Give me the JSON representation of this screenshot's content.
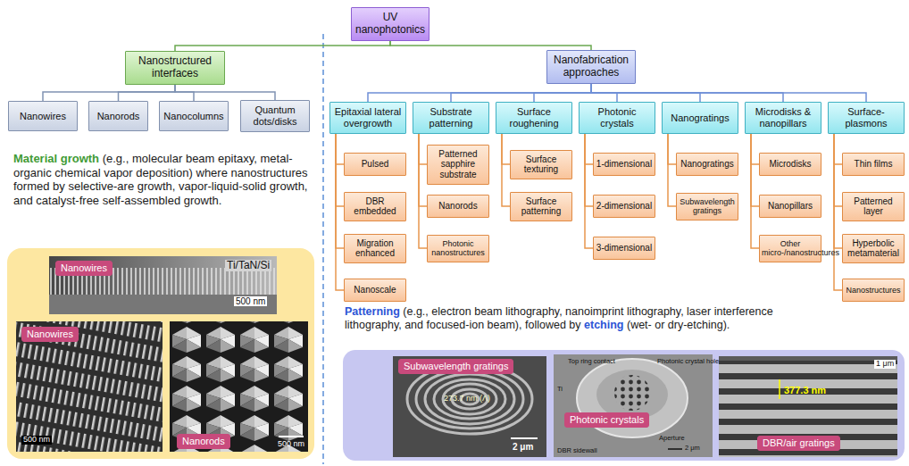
{
  "diagram": {
    "nodes": [
      {
        "text": [
          "UV nanophotonics"
        ]
      },
      {
        "text": [
          "Nanostructured interfaces"
        ]
      },
      {
        "text": [
          "Nanowires"
        ]
      },
      {
        "text": [
          "Nanorods"
        ]
      },
      {
        "text": [
          "Nanocolumns"
        ]
      },
      {
        "text": [
          "Quantum dots/disks"
        ]
      },
      {
        "text": [
          "Nanofabrication approaches"
        ]
      },
      {
        "text": [
          "Epitaxial lateral overgrowth"
        ]
      },
      {
        "text": [
          "Pulsed"
        ]
      },
      {
        "text": [
          "DBR embedded"
        ]
      },
      {
        "text": [
          "Migration enhanced"
        ]
      },
      {
        "text": [
          "Nanoscale"
        ]
      },
      {
        "text": [
          "Substrate patterning"
        ]
      },
      {
        "text": [
          "Patterned sapphire substrate"
        ]
      },
      {
        "text": [
          "Nanorods"
        ]
      },
      {
        "text": [
          "Photonic nanostructures"
        ]
      },
      {
        "text": [
          "Surface roughening"
        ]
      },
      {
        "text": [
          "Surface texturing"
        ]
      },
      {
        "text": [
          "Surface patterning"
        ]
      },
      {
        "text": [
          "Photonic crystals"
        ]
      },
      {
        "text": [
          "1-dimensional"
        ]
      },
      {
        "text": [
          "2-dimensional"
        ]
      },
      {
        "text": [
          "3-dimensional"
        ]
      },
      {
        "text": [
          "Nanogratings"
        ]
      },
      {
        "text": [
          "Nanogratings"
        ]
      },
      {
        "text": [
          "Subwavelength gratings"
        ]
      },
      {
        "text": [
          "Microdisks & nanopillars"
        ]
      },
      {
        "text": [
          "Microdisks"
        ]
      },
      {
        "text": [
          "Nanopillars"
        ]
      },
      {
        "text": [
          "Other micro-/nanostructures"
        ]
      },
      {
        "text": [
          "Surface-plasmons"
        ]
      },
      {
        "text": [
          "Thin films"
        ]
      },
      {
        "text": [
          "Patterned layer"
        ]
      },
      {
        "text": [
          "Hyperbolic metamaterial"
        ]
      },
      {
        "text": [
          "Nanostructures"
        ]
      },
      {
        "text": [
          "Nanowires"
        ]
      },
      {
        "text": [
          "Nanowires"
        ]
      },
      {
        "text": [
          "Nanorods"
        ]
      },
      {
        "text": [
          "Subwavelength gratings"
        ]
      },
      {
        "text": [
          "Photonic crystals"
        ]
      },
      {
        "text": [
          "DBR/air gratings"
        ]
      }
    ],
    "edges": [
      {
        "from": 0,
        "to": 1,
        "arrow": "none"
      },
      {
        "from": 0,
        "to": 6,
        "arrow": "none"
      },
      {
        "from": 1,
        "to": 2,
        "arrow": "none"
      },
      {
        "from": 1,
        "to": 3,
        "arrow": "none"
      },
      {
        "from": 1,
        "to": 4,
        "arrow": "none"
      },
      {
        "from": 1,
        "to": 5,
        "arrow": "none"
      },
      {
        "from": 6,
        "to": 7,
        "arrow": "none"
      },
      {
        "from": 6,
        "to": 12,
        "arrow": "none"
      },
      {
        "from": 6,
        "to": 16,
        "arrow": "none"
      },
      {
        "from": 6,
        "to": 19,
        "arrow": "none"
      },
      {
        "from": 6,
        "to": 23,
        "arrow": "none"
      },
      {
        "from": 6,
        "to": 26,
        "arrow": "none"
      },
      {
        "from": 6,
        "to": 30,
        "arrow": "none"
      },
      {
        "from": 7,
        "to": 8,
        "arrow": "none"
      },
      {
        "from": 7,
        "to": 9,
        "arrow": "none"
      },
      {
        "from": 7,
        "to": 10,
        "arrow": "none"
      },
      {
        "from": 7,
        "to": 11,
        "arrow": "none"
      },
      {
        "from": 12,
        "to": 13,
        "arrow": "none"
      },
      {
        "from": 12,
        "to": 14,
        "arrow": "none"
      },
      {
        "from": 12,
        "to": 15,
        "arrow": "none"
      },
      {
        "from": 16,
        "to": 17,
        "arrow": "none"
      },
      {
        "from": 16,
        "to": 18,
        "arrow": "none"
      },
      {
        "from": 19,
        "to": 20,
        "arrow": "none"
      },
      {
        "from": 19,
        "to": 21,
        "arrow": "none"
      },
      {
        "from": 19,
        "to": 22,
        "arrow": "none"
      },
      {
        "from": 23,
        "to": 24,
        "arrow": "none"
      },
      {
        "from": 23,
        "to": 25,
        "arrow": "none"
      },
      {
        "from": 26,
        "to": 27,
        "arrow": "none"
      },
      {
        "from": 26,
        "to": 28,
        "arrow": "none"
      },
      {
        "from": 26,
        "to": 29,
        "arrow": "none"
      },
      {
        "from": 30,
        "to": 31,
        "arrow": "none"
      },
      {
        "from": 30,
        "to": 32,
        "arrow": "none"
      },
      {
        "from": 30,
        "to": 33,
        "arrow": "none"
      },
      {
        "from": 30,
        "to": 34,
        "arrow": "none"
      }
    ],
    "labels": [
      "Material growth",
      "(e.g., molecular beam epitaxy, metal-organic chemical vapor deposition) where nanostructures formed by selective-are growth, vapor-liquid-solid growth, and catalyst-free self-assembled growth.",
      "Ti/TaN/Si",
      "500 nm",
      "500 nm",
      "500 nm",
      "Patterning",
      "(e.g., electron beam lithography, nanoimprint lithography, laser interference lithography, and focused-ion beam), followed by",
      "etching",
      "(wet- or dry-etching).",
      "273.7 nm (Λ)",
      "2 μm",
      "Top ring contact",
      "Photonic crystal hole",
      "Aperture",
      "DBR sidewall",
      "Ti",
      "2 μm",
      "1 μm",
      "377.3 nm"
    ]
  }
}
